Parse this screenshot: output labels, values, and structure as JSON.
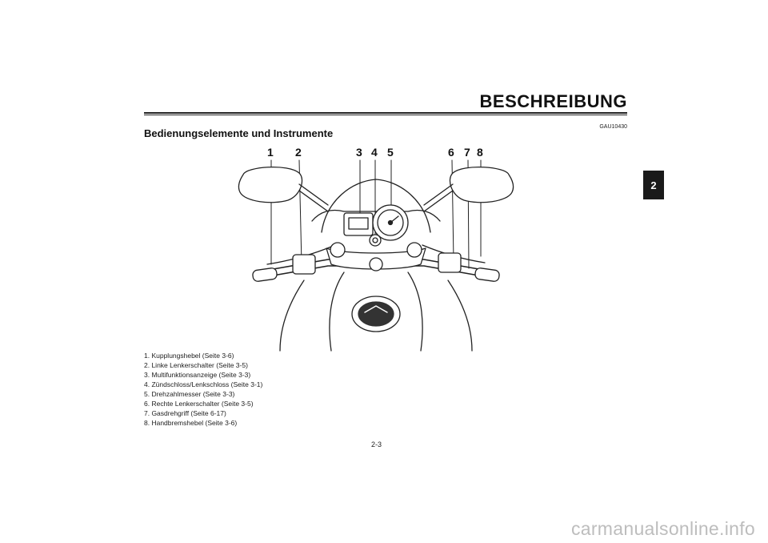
{
  "header": {
    "title": "BESCHREIBUNG"
  },
  "section": {
    "code": "GAU10430",
    "title": "Bedienungselemente und Instrumente"
  },
  "chapter_tab": "2",
  "figure": {
    "callouts": [
      "1",
      "2",
      "3",
      "4",
      "5",
      "6",
      "7",
      "8"
    ]
  },
  "captions": [
    "1. Kupplungshebel (Seite 3-6)",
    "2. Linke Lenkerschalter (Seite 3-5)",
    "3. Multifunktionsanzeige (Seite 3-3)",
    "4. Zündschloss/Lenkschloss (Seite 3-1)",
    "5. Drehzahlmesser (Seite 3-3)",
    "6. Rechte Lenkerschalter (Seite 3-5)",
    "7. Gasdrehgriff (Seite 6-17)",
    "8. Handbremshebel (Seite 3-6)"
  ],
  "page_number": "2-3",
  "watermark": "carmanualsonline.info"
}
